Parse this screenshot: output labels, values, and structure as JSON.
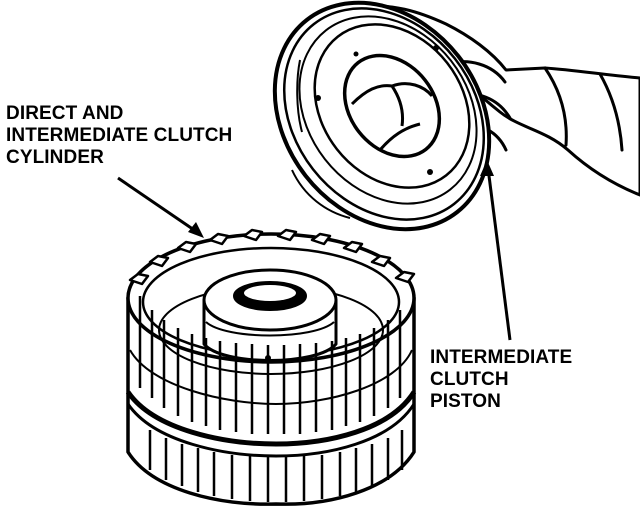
{
  "diagram": {
    "labels": {
      "cylinder": {
        "line1": "DIRECT AND",
        "line2": "INTERMEDIATE CLUTCH",
        "line3": "CYLINDER"
      },
      "piston": {
        "line1": "INTERMEDIATE",
        "line2": "CLUTCH",
        "line3": "PISTON"
      }
    },
    "colors": {
      "ink": "#000000",
      "paper": "#ffffff"
    }
  }
}
